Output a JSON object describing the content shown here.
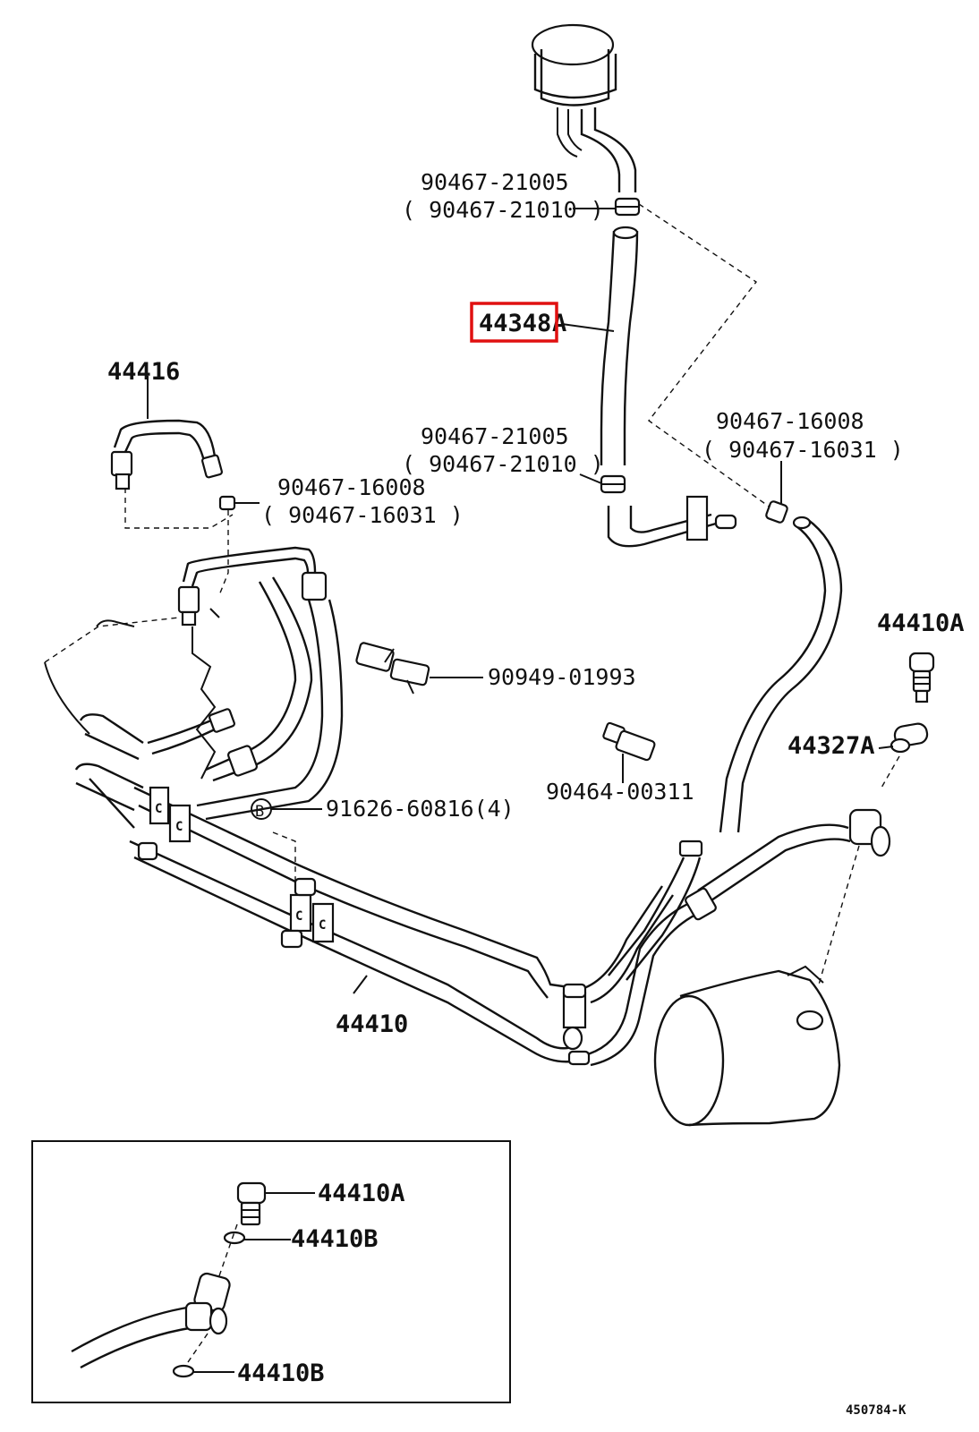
{
  "diagram": {
    "labels": {
      "clamp_top": "90467-21005",
      "clamp_top_alt": "( 90467-21010 )",
      "hose_pre": "44348",
      "hose_suffix": "A",
      "clamp_mid": "90467-21005",
      "clamp_mid_alt": "( 90467-21010 )",
      "clamp_right": "90467-16008",
      "clamp_right_alt": "( 90467-16031 )",
      "tube_left": "44416",
      "clamp_left": "90467-16008",
      "clamp_left_alt": "( 90467-16031 )",
      "clip_a": "90949-01993",
      "clip_b": "90464-00311",
      "bolt_b_circle": "B",
      "bolt_b": "91626-60816(4)",
      "bolt_union": "44410A",
      "gasket": "44327A",
      "tube_main": "44410",
      "inset_bolt": "44410A",
      "inset_gasket_top": "44410B",
      "inset_gasket_bottom": "44410B",
      "code": "450784-K"
    },
    "highlight_color": "#e01010"
  }
}
